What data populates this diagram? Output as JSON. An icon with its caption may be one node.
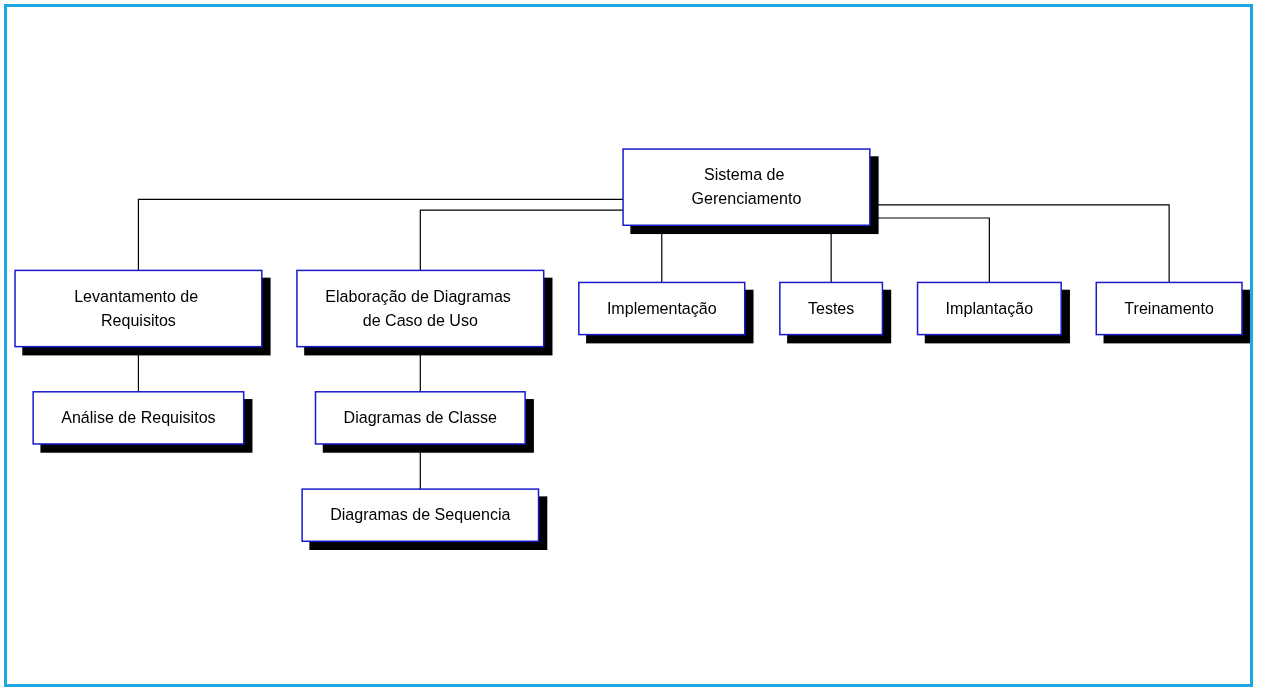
{
  "diagram": {
    "nodes": [
      {
        "text": [
          "Sistema de Gerenciamento"
        ]
      },
      {
        "text": [
          "Levantamento de Requisitos"
        ]
      },
      {
        "text": [
          "Elaboração de Diagramas de Caso de Uso"
        ]
      },
      {
        "text": [
          "Implementação"
        ]
      },
      {
        "text": [
          "Testes"
        ]
      },
      {
        "text": [
          "Implantação"
        ]
      },
      {
        "text": [
          "Treinamento"
        ]
      },
      {
        "text": [
          "Análise de Requisitos"
        ]
      },
      {
        "text": [
          "Diagramas de Classe"
        ]
      },
      {
        "text": [
          "Diagramas de Sequencia"
        ]
      }
    ],
    "edges": [
      {
        "from": 0,
        "to": 1,
        "arrow": "none"
      },
      {
        "from": 0,
        "to": 2,
        "arrow": "none"
      },
      {
        "from": 0,
        "to": 3,
        "arrow": "none"
      },
      {
        "from": 0,
        "to": 4,
        "arrow": "none"
      },
      {
        "from": 0,
        "to": 5,
        "arrow": "none"
      },
      {
        "from": 0,
        "to": 6,
        "arrow": "none"
      },
      {
        "from": 1,
        "to": 7,
        "arrow": "none"
      },
      {
        "from": 2,
        "to": 8,
        "arrow": "none"
      },
      {
        "from": 8,
        "to": 9,
        "arrow": "none"
      }
    ]
  }
}
